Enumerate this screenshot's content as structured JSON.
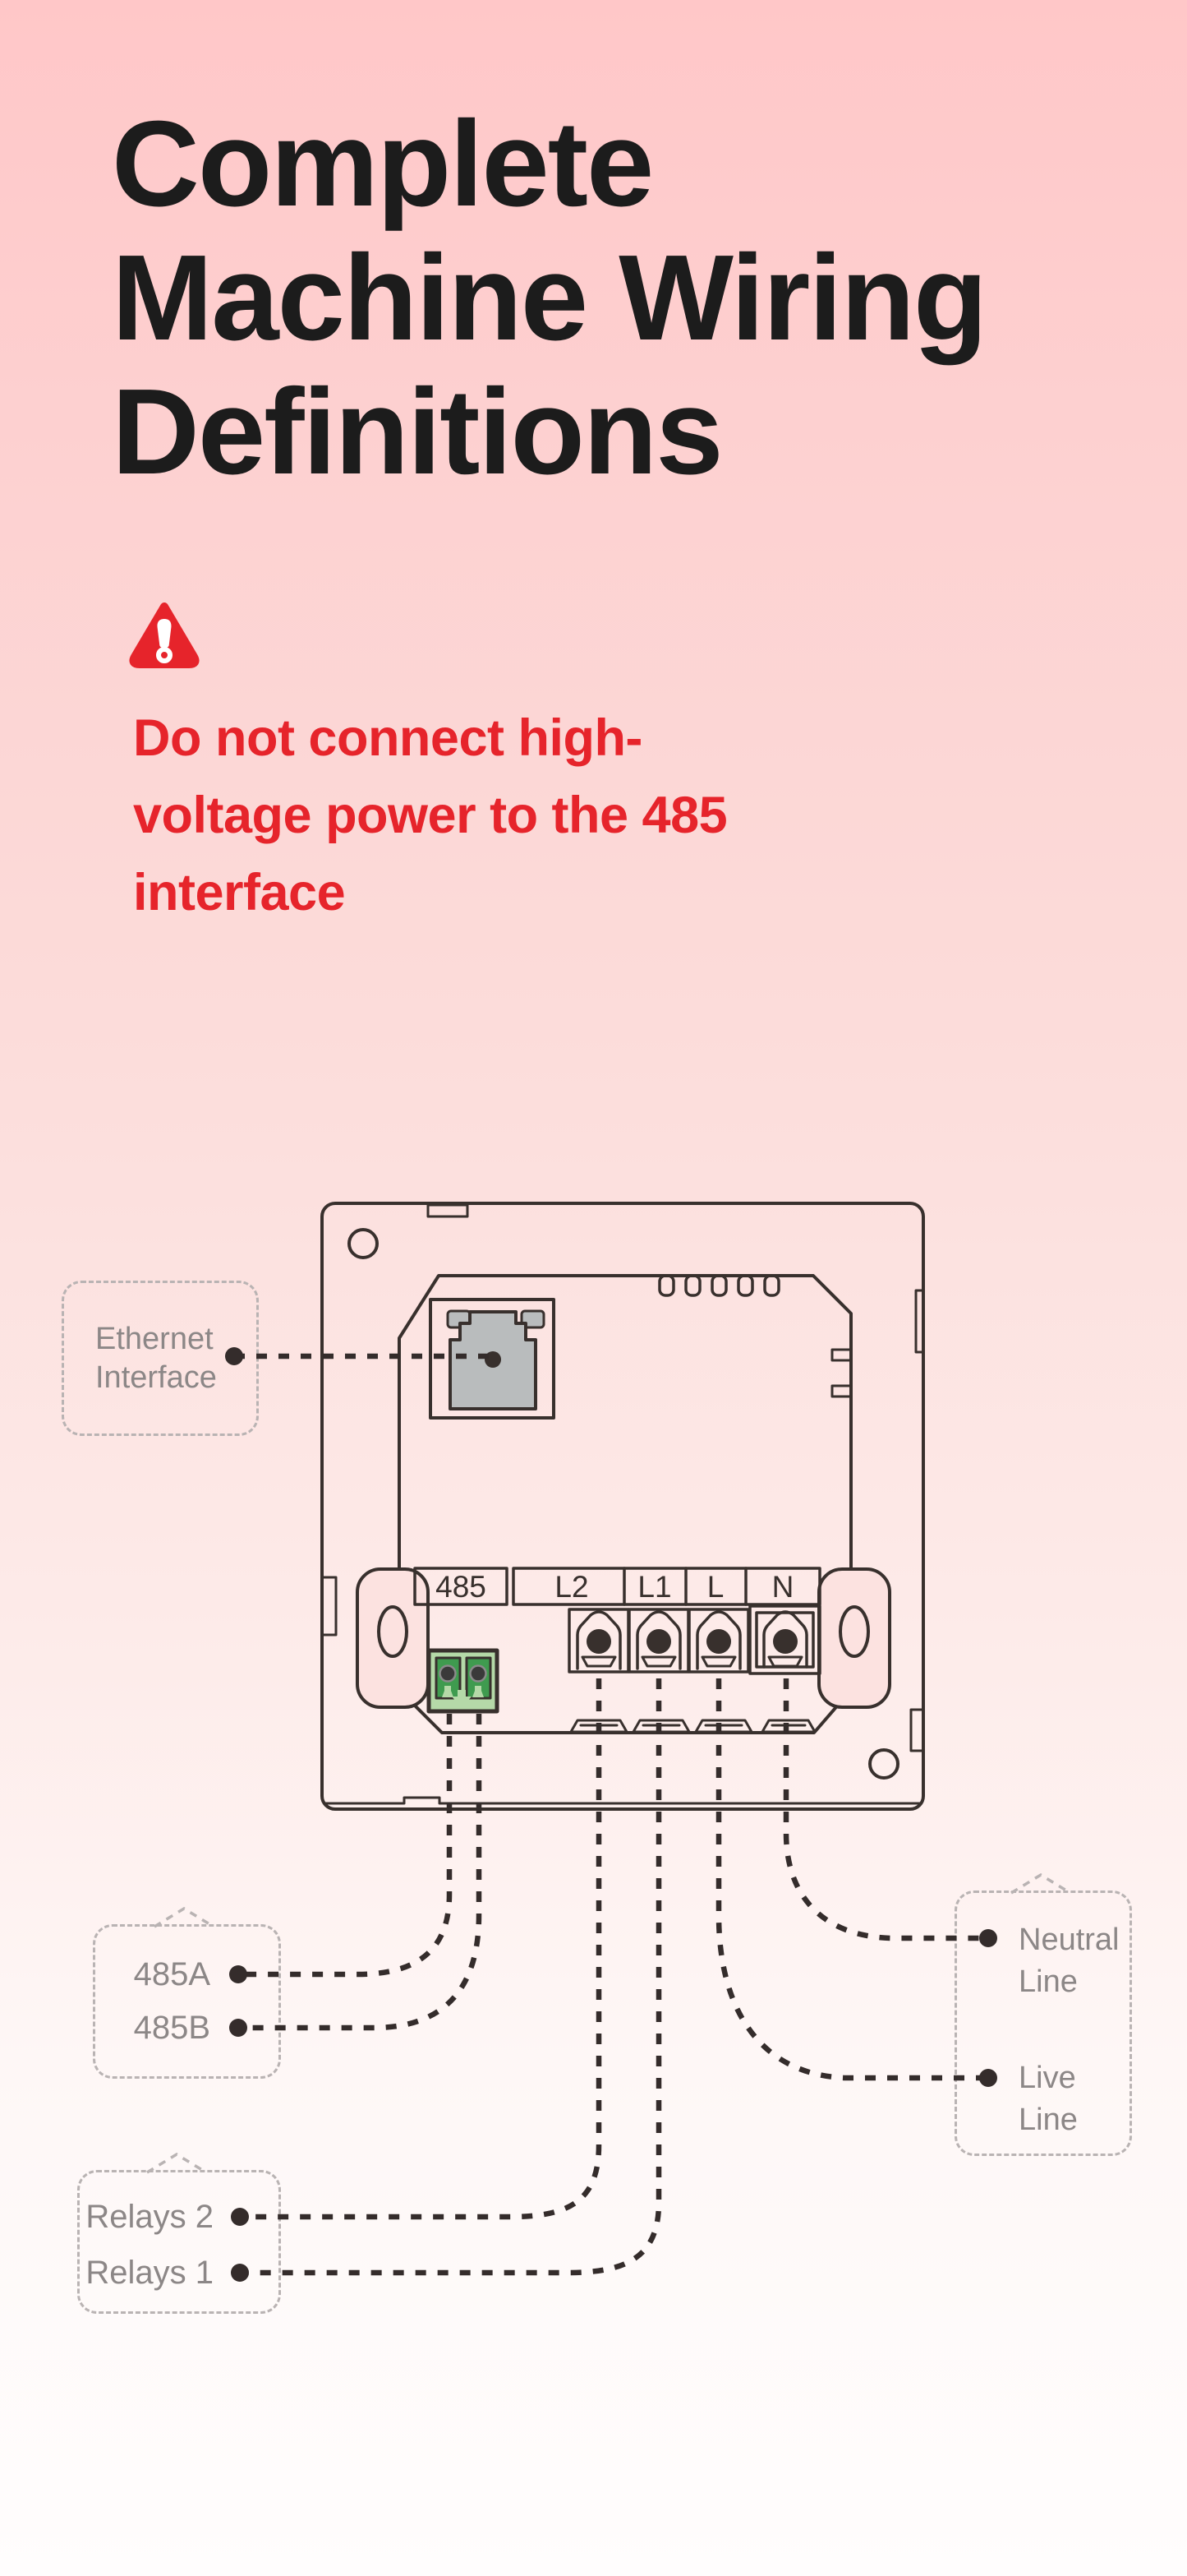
{
  "header": {
    "title_lines": [
      "Complete",
      "Machine Wiring",
      "Definitions"
    ]
  },
  "warning": {
    "icon": "alert-triangle-icon",
    "lines": [
      "Do not connect high-",
      "voltage power to the 485",
      "interface"
    ]
  },
  "device": {
    "terminal_strip": {
      "labels": [
        "485",
        "L2",
        "L1",
        "L",
        "N"
      ]
    }
  },
  "callouts": {
    "ethernet": {
      "lines": [
        "Ethernet",
        "Interface"
      ]
    },
    "rs485": {
      "items": [
        "485A",
        "485B"
      ]
    },
    "relays": {
      "items": [
        "Relays 2",
        "Relays 1"
      ]
    },
    "power": {
      "neutral_lines": [
        "Neutral",
        "Line"
      ],
      "live_lines": [
        "Live",
        "Line"
      ]
    }
  },
  "colors": {
    "background_top": "#ffc7c8",
    "background_bottom": "#fffdfd",
    "title_text": "#1c1c1c",
    "warning_red": "#e6242b",
    "outline_dark": "#38302d",
    "callout_text_gray": "#8c8787",
    "callout_border_gray": "#b9b3b3",
    "terminal_green_light": "#b5d9a8",
    "terminal_green_dark": "#3f9b4f",
    "ethernet_port_gray": "#b9bcbd"
  }
}
